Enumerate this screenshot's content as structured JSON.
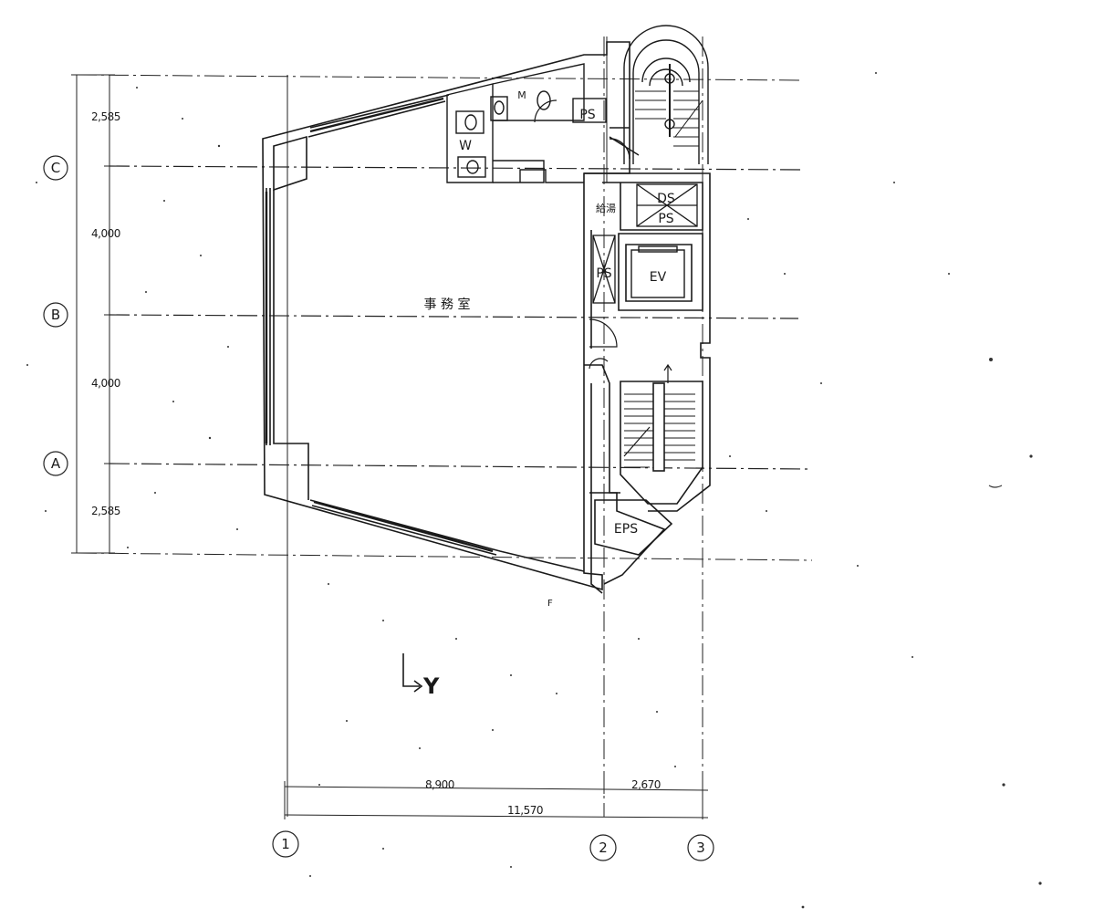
{
  "grid": {
    "rows": [
      "C",
      "B",
      "A"
    ],
    "cols": [
      "1",
      "2",
      "3"
    ]
  },
  "dimensions": {
    "left": [
      "2,585",
      "4,000",
      "4,000",
      "2,585"
    ],
    "bottom_segments": [
      "8,900",
      "2,670"
    ],
    "bottom_total": "11,570"
  },
  "rooms": {
    "office": "事 務 室",
    "ev": "EV",
    "eps": "EPS",
    "ps_top": "PS",
    "ds": "DS",
    "ps_ds": "PS",
    "ps_side": "PS",
    "wc_w": "W",
    "wc_m": "M",
    "kyuto": "給湯"
  },
  "markers": {
    "axis": "Y",
    "f_mark": "F"
  }
}
